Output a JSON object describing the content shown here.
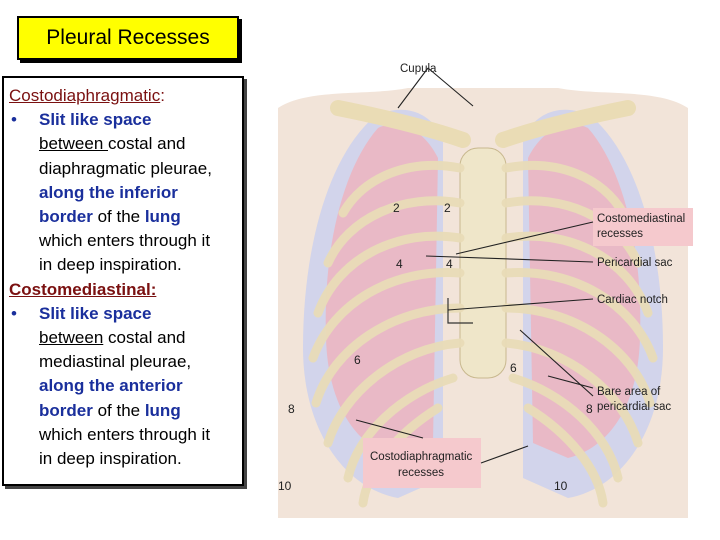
{
  "title": "Pleural Recesses",
  "costodiaphragmatic": {
    "heading": "Costodiaphragmatic",
    "colon": ":",
    "bullet": "•",
    "line1": "Slit like space",
    "between": "between ",
    "costal_and": "costal and",
    "line3": "diaphragmatic pleurae,",
    "line4": "along the inferior",
    "border": "border",
    "of_the": " of the ",
    "lung": "lung",
    "line6": "which enters through it",
    "line7": "in deep inspiration."
  },
  "costomediastinal": {
    "heading": "Costomediastinal:",
    "bullet": "•",
    "line1": "Slit like space",
    "between": "between",
    "costal_and": " costal and",
    "line3": "mediastinal pleurae,",
    "line4": "along the anterior",
    "border": "border",
    "of_the": " of the ",
    "lung": "lung",
    "line6": "which enters through it",
    "line7": "in deep  inspiration."
  },
  "figure": {
    "labels": {
      "cupula": "Cupula",
      "costomediastinal_1": "Costomediastinal",
      "costomediastinal_2": "recesses",
      "pericardial_sac": "Pericardial sac",
      "cardiac_notch": "Cardiac notch",
      "bare_area_1": "Bare area of",
      "bare_area_2": "pericardial sac",
      "costodiaphragmatic_1": "Costodiaphragmatic",
      "costodiaphragmatic_2": "recesses"
    },
    "ribs": {
      "r2_left": "2",
      "r2_right": "2",
      "r4_left": "4",
      "r4_right": "4",
      "r6_left": "6",
      "r6_right": "6",
      "r8_left": "8",
      "r8_right": "8",
      "r10_left": "10",
      "r10_right": "10"
    }
  }
}
